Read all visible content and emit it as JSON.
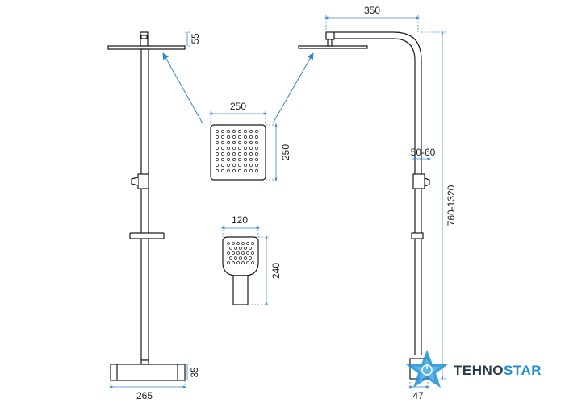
{
  "dimensions": {
    "head_thickness": "55",
    "overhead_reach": "350",
    "head_width": "250",
    "head_depth": "250",
    "holder_offset": "50-60",
    "total_height": "760-1320",
    "hand_width": "120",
    "hand_length": "240",
    "mixer_height": "35",
    "mixer_width": "265",
    "pipe_diameter": "47"
  },
  "brand": {
    "part1": "TEHNO",
    "part2": "STAR",
    "color_dark": "#2a3b4c",
    "color_accent": "#1e8fd6"
  },
  "colors": {
    "line": "#1a1a1a",
    "arrow": "#2f86c6",
    "dim_line": "#3b8ad0"
  }
}
